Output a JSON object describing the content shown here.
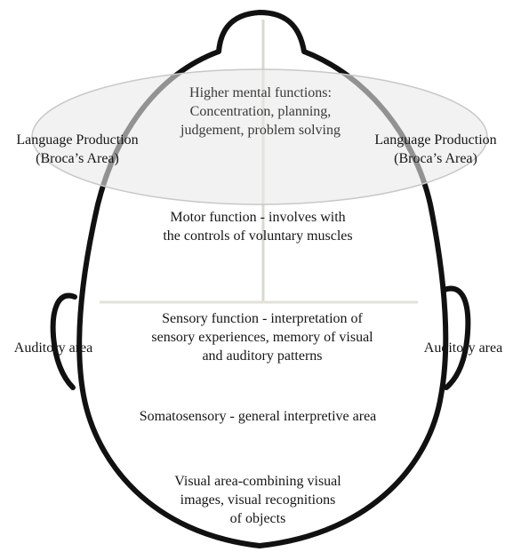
{
  "regions": {
    "higher_mental": {
      "lines": [
        "Higher mental functions:",
        "Concentration, planning,",
        "judgement, problem solving"
      ]
    },
    "broca_left": {
      "lines": [
        "Language Production",
        "(Broca’s Area)"
      ]
    },
    "broca_right": {
      "lines": [
        "Language Production",
        "(Broca’s Area)"
      ]
    },
    "motor": {
      "lines": [
        "Motor function - involves with",
        "the controls of voluntary muscles"
      ]
    },
    "sensory": {
      "lines": [
        "Sensory function - interpretation of",
        "sensory experiences, memory of visual",
        "and auditory patterns"
      ]
    },
    "auditory_left": {
      "label": "Auditory area"
    },
    "auditory_right": {
      "label": "Auditory area"
    },
    "somatosensory": {
      "label": "Somatosensory - general interpretive area"
    },
    "visual": {
      "lines": [
        "Visual area-combining visual",
        "images, visual recognitions",
        "of objects"
      ]
    }
  },
  "colors": {
    "outline": "#111111",
    "frontal_highlight": "#e9e9e9",
    "frontal_highlight_stroke": "#c8c8c8",
    "divider_lines": "#d9d9d0"
  }
}
